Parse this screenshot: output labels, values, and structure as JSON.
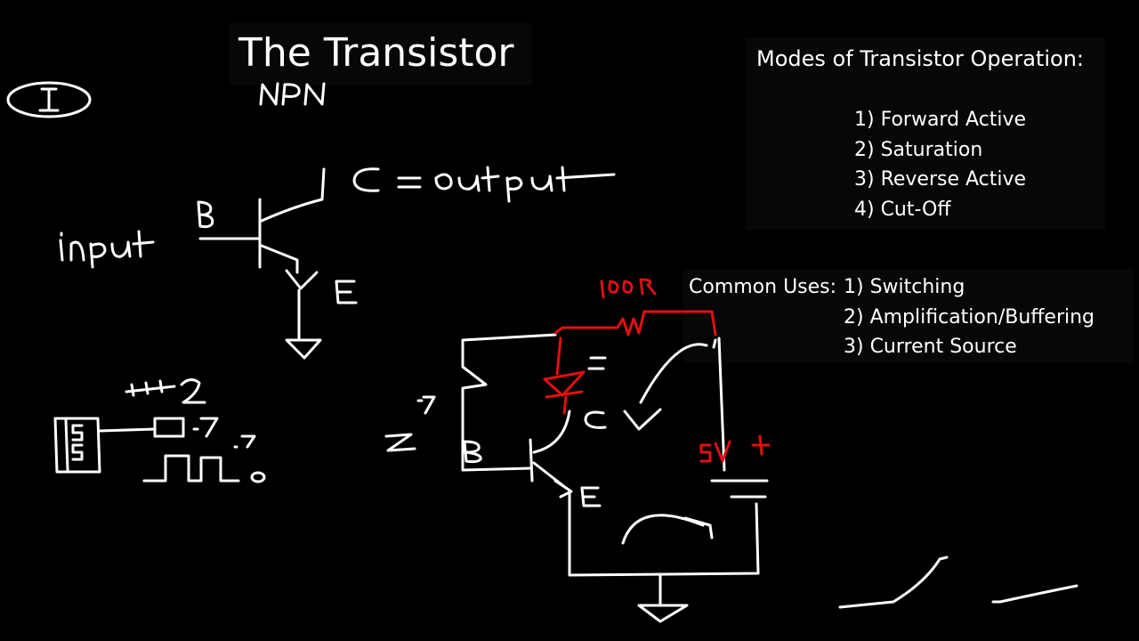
{
  "title": "The Transistor",
  "modes": {
    "heading": "Modes of Transistor Operation:",
    "items": [
      "1) Forward Active",
      "2) Saturation",
      "3) Reverse Active",
      "4) Cut-Off"
    ]
  },
  "uses": {
    "label": "Common Uses:",
    "items": [
      "1) Switching",
      "2) Amplification/Buffering",
      "3) Current Source"
    ]
  },
  "colors": {
    "background": "#000000",
    "ink": "#ffffff",
    "red_ink": "#e01010"
  }
}
